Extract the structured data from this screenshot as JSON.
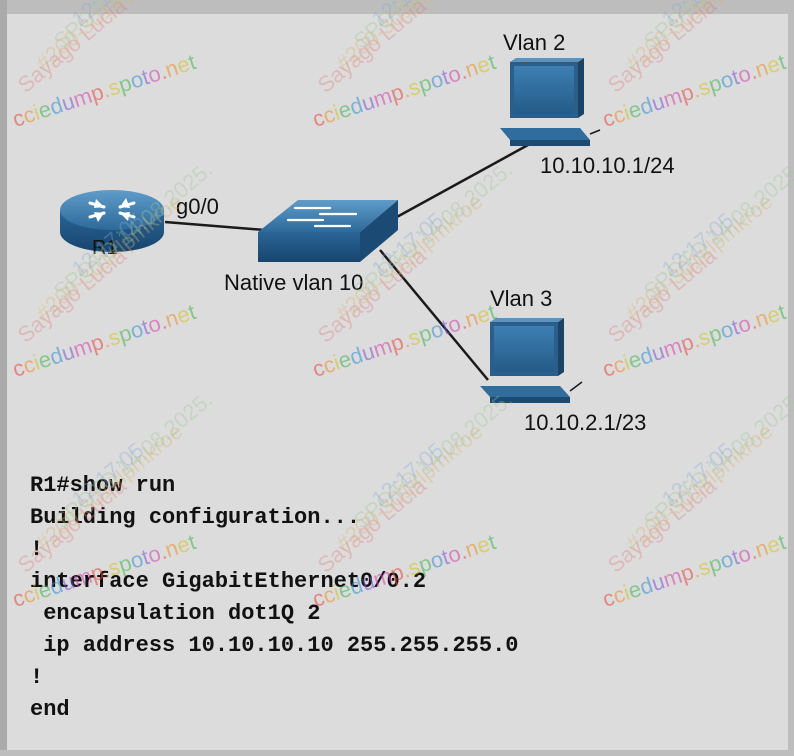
{
  "topology": {
    "router_label": "R1",
    "router_interface": "g0/0",
    "switch_label": "Native vlan 10",
    "pc1": {
      "vlan": "Vlan 2",
      "ip": "10.10.10.1/24"
    },
    "pc2": {
      "vlan": "Vlan 3",
      "ip": "10.10.2.1/23"
    }
  },
  "config_lines": [
    "R1#show run",
    "Building configuration...",
    "!",
    "interface GigabitEthernet0/0.2",
    " encapsulation dot1Q 2",
    " ip address 10.10.10.10 255.255.255.0",
    "!",
    "end"
  ],
  "watermark": {
    "site": "cciedump.spoto.net",
    "name": "Sayago Lucia",
    "id": "#200-301#lpmkroe",
    "brand": "SPOTO",
    "date": "14.08.2025.",
    "time": "12:17:05"
  },
  "colors": {
    "device_blue": "#2f6d9e",
    "device_dark": "#1d4a70",
    "line": "#1a1a1a",
    "background": "#dcdcdc"
  }
}
